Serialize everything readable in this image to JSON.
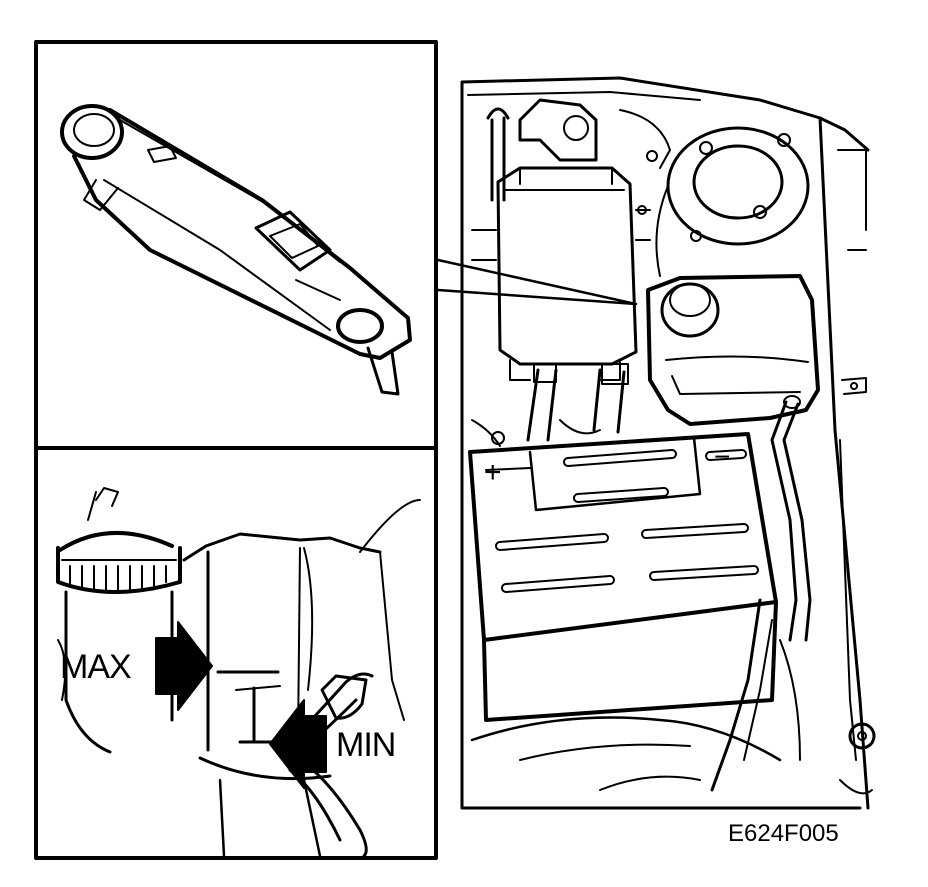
{
  "labels": {
    "max": "MAX",
    "min": "MIN",
    "figure_code": "E624F005",
    "battery_plus": "+",
    "battery_minus": "−"
  },
  "colors": {
    "ink": "#000000",
    "paper": "#ffffff"
  }
}
